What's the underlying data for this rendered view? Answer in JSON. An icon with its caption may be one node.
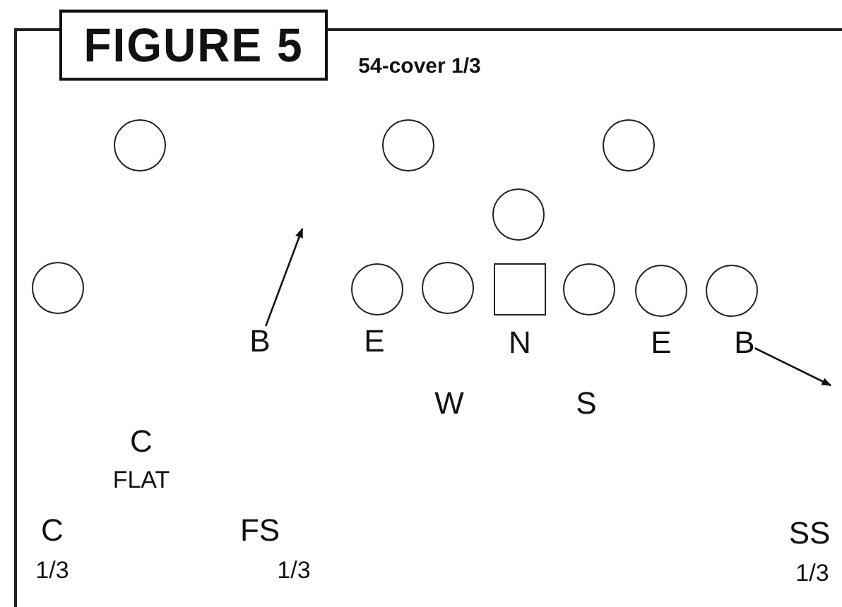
{
  "diagram": {
    "title": "FIGURE 5",
    "nodes": [
      {
        "text": [],
        "shape": "circle"
      },
      {
        "text": [],
        "shape": "circle"
      },
      {
        "text": [],
        "shape": "circle"
      },
      {
        "text": [],
        "shape": "circle"
      },
      {
        "text": [],
        "shape": "circle"
      },
      {
        "text": [],
        "shape": "circle"
      },
      {
        "text": [],
        "shape": "circle"
      },
      {
        "text": [],
        "shape": "box"
      },
      {
        "text": [],
        "shape": "circle"
      },
      {
        "text": [],
        "shape": "circle"
      },
      {
        "text": [],
        "shape": "circle"
      },
      {
        "text": [
          "B"
        ]
      },
      {
        "text": [
          "B"
        ]
      }
    ],
    "edges": [
      {
        "from": 11,
        "to": null,
        "arrow": "to"
      },
      {
        "from": 12,
        "to": null,
        "arrow": "to"
      }
    ],
    "labels": [
      "54-cover 1/3",
      "E",
      "N",
      "E",
      "W",
      "S",
      "C",
      "FLAT",
      "C",
      "FS",
      "SS",
      "1/3",
      "1/3",
      "1/3"
    ]
  }
}
